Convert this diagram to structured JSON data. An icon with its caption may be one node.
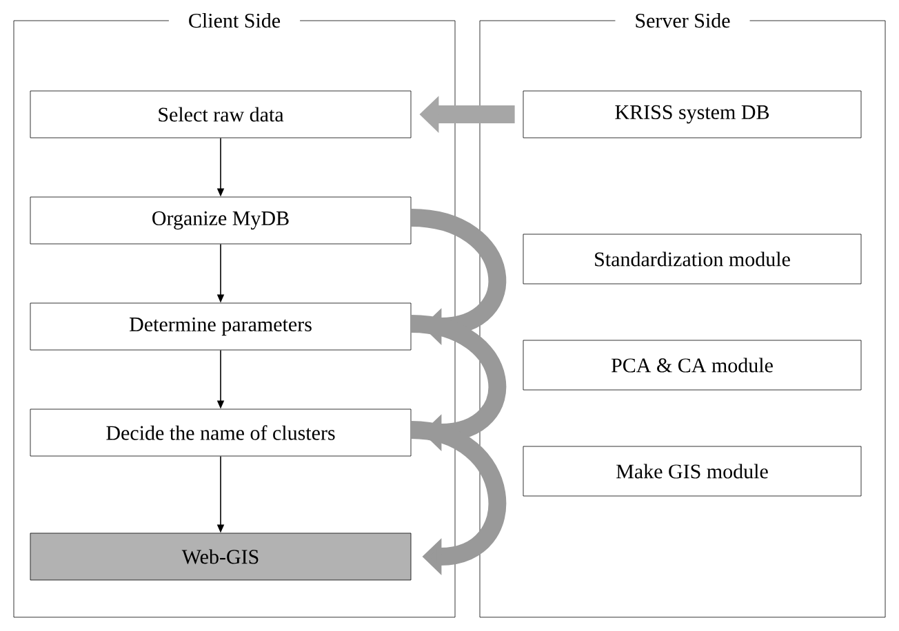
{
  "diagram": {
    "nodes": [
      {
        "text": [
          "Client Side"
        ]
      },
      {
        "text": [
          "Select raw data"
        ],
        "in": 0
      },
      {
        "text": [
          "Organize MyDB"
        ],
        "in": 0
      },
      {
        "text": [
          "Determine parameters"
        ],
        "in": 0
      },
      {
        "text": [
          "Decide the name of clusters"
        ],
        "in": 0
      },
      {
        "text": [
          "Web-GIS"
        ],
        "in": 0
      },
      {
        "text": [
          "Server Side"
        ]
      },
      {
        "text": [
          "KRISS system DB"
        ],
        "in": 6
      },
      {
        "text": [
          "Standardization module"
        ],
        "in": 6
      },
      {
        "text": [
          "PCA & CA module"
        ],
        "in": 6
      },
      {
        "text": [
          "Make GIS module"
        ],
        "in": 6
      }
    ],
    "edges": [
      {
        "from": 1,
        "to": 2,
        "arrow": "to"
      },
      {
        "from": 2,
        "to": 3,
        "arrow": "to"
      },
      {
        "from": 3,
        "to": 4,
        "arrow": "to"
      },
      {
        "from": 4,
        "to": 5,
        "arrow": "to"
      },
      {
        "from": 7,
        "to": 1,
        "arrow": "to",
        "style": "thick",
        "color": "#a6a6a6"
      },
      {
        "from": 2,
        "to": 3,
        "arrow": "to",
        "style": "thick",
        "color": "#999999"
      },
      {
        "from": 3,
        "to": 4,
        "arrow": "to",
        "style": "thick",
        "color": "#999999"
      },
      {
        "from": 4,
        "to": 5,
        "arrow": "to",
        "style": "thick",
        "color": "#999999"
      }
    ]
  }
}
